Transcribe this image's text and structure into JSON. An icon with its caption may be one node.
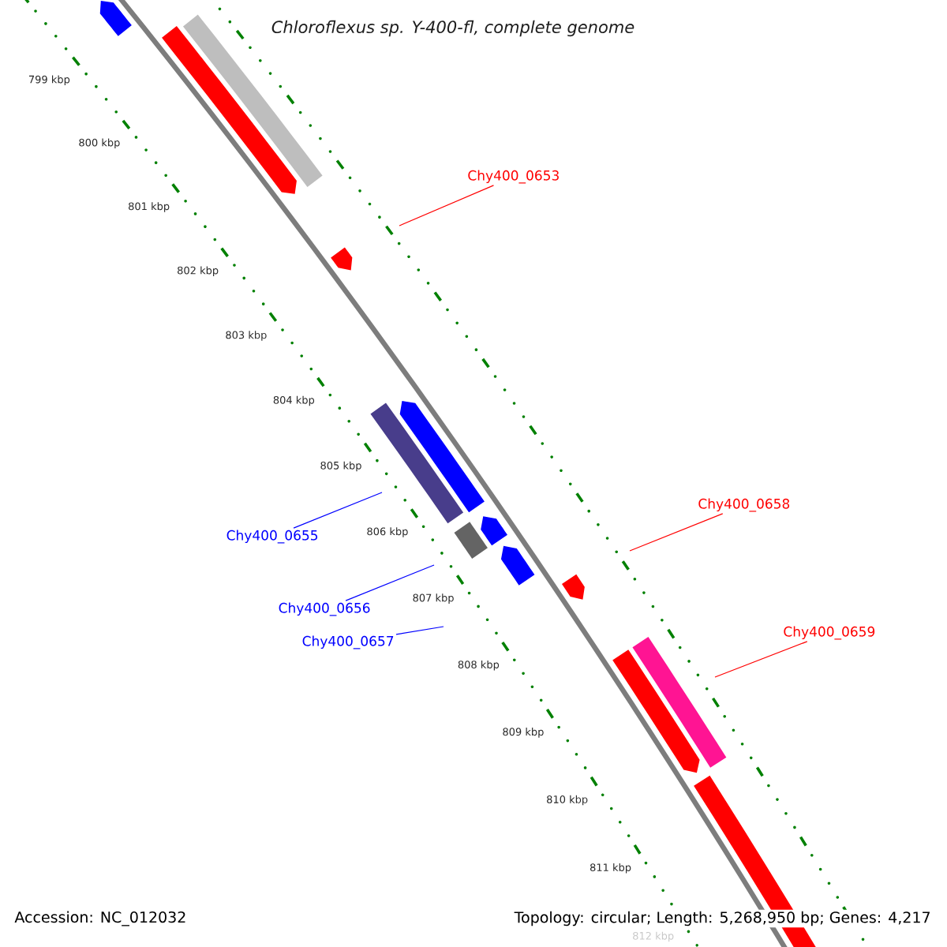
{
  "diagram": {
    "title": "Chloroflexus sp. Y-400-fl, complete genome",
    "nodes": [
      {
        "text": [
          "Chy400_0653"
        ]
      },
      {
        "text": [
          "Chy400_0655"
        ]
      },
      {
        "text": [
          "Chy400_0656"
        ]
      },
      {
        "text": [
          "Chy400_0657"
        ]
      },
      {
        "text": [
          "Chy400_0658"
        ]
      },
      {
        "text": [
          "Chy400_0659"
        ]
      }
    ],
    "edges": [
      {
        "from": 0,
        "to": null,
        "arrow": "none",
        "color": "#ff0000"
      },
      {
        "from": 1,
        "to": null,
        "arrow": "none",
        "color": "#0000ff"
      },
      {
        "from": 2,
        "to": null,
        "arrow": "none",
        "color": "#0000ff"
      },
      {
        "from": 3,
        "to": null,
        "arrow": "none",
        "color": "#0000ff"
      },
      {
        "from": 4,
        "to": null,
        "arrow": "none",
        "color": "#ff0000"
      },
      {
        "from": 5,
        "to": null,
        "arrow": "none",
        "color": "#ff0000"
      }
    ],
    "labels": [
      "799 kbp",
      "800 kbp",
      "801 kbp",
      "802 kbp",
      "803 kbp",
      "804 kbp",
      "805 kbp",
      "806 kbp",
      "807 kbp",
      "808 kbp",
      "809 kbp",
      "810 kbp",
      "811 kbp",
      "812 kbp",
      "Accession: NC_012032",
      "Topology: circular; Length: 5,268,950 bp; Genes: 4,217"
    ]
  }
}
